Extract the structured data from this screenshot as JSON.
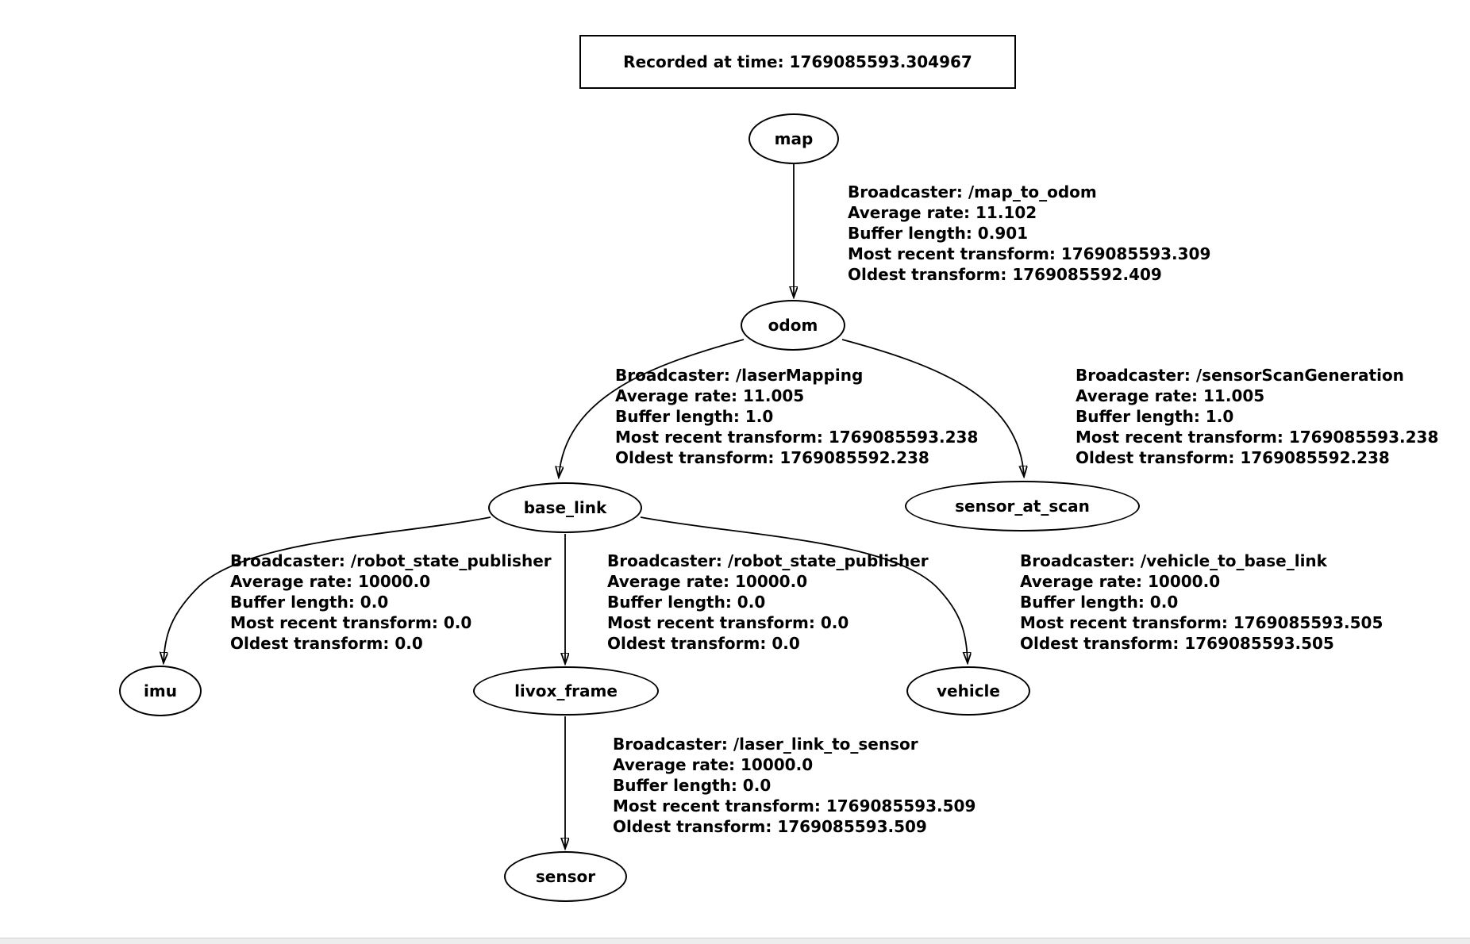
{
  "header": {
    "recorded_label": "Recorded at time: 1769085593.304967"
  },
  "colors": {
    "background": "#ffffff",
    "stroke": "#000000",
    "text": "#000000",
    "scrollbar_track": "#ededed",
    "scrollbar_border": "#cfcfcf"
  },
  "nodes": [
    {
      "id": "map",
      "label": "map"
    },
    {
      "id": "odom",
      "label": "odom"
    },
    {
      "id": "base_link",
      "label": "base_link"
    },
    {
      "id": "sensor_at_scan",
      "label": "sensor_at_scan"
    },
    {
      "id": "imu",
      "label": "imu"
    },
    {
      "id": "livox_frame",
      "label": "livox_frame"
    },
    {
      "id": "vehicle",
      "label": "vehicle"
    },
    {
      "id": "sensor",
      "label": "sensor"
    }
  ],
  "edges": [
    {
      "from": "map",
      "to": "odom",
      "lines": [
        "Broadcaster: /map_to_odom",
        "Average rate: 11.102",
        "Buffer length: 0.901",
        "Most recent transform: 1769085593.309",
        "Oldest transform: 1769085592.409"
      ]
    },
    {
      "from": "odom",
      "to": "base_link",
      "lines": [
        "Broadcaster: /laserMapping",
        "Average rate: 11.005",
        "Buffer length: 1.0",
        "Most recent transform: 1769085593.238",
        "Oldest transform: 1769085592.238"
      ]
    },
    {
      "from": "odom",
      "to": "sensor_at_scan",
      "lines": [
        "Broadcaster: /sensorScanGeneration",
        "Average rate: 11.005",
        "Buffer length: 1.0",
        "Most recent transform: 1769085593.238",
        "Oldest transform: 1769085592.238"
      ]
    },
    {
      "from": "base_link",
      "to": "imu",
      "lines": [
        "Broadcaster: /robot_state_publisher",
        "Average rate: 10000.0",
        "Buffer length: 0.0",
        "Most recent transform: 0.0",
        "Oldest transform: 0.0"
      ]
    },
    {
      "from": "base_link",
      "to": "livox_frame",
      "lines": [
        "Broadcaster: /robot_state_publisher",
        "Average rate: 10000.0",
        "Buffer length: 0.0",
        "Most recent transform: 0.0",
        "Oldest transform: 0.0"
      ]
    },
    {
      "from": "base_link",
      "to": "vehicle",
      "lines": [
        "Broadcaster: /vehicle_to_base_link",
        "Average rate: 10000.0",
        "Buffer length: 0.0",
        "Most recent transform: 1769085593.505",
        "Oldest transform: 1769085593.505"
      ]
    },
    {
      "from": "livox_frame",
      "to": "sensor",
      "lines": [
        "Broadcaster: /laser_link_to_sensor",
        "Average rate: 10000.0",
        "Buffer length: 0.0",
        "Most recent transform: 1769085593.509",
        "Oldest transform: 1769085593.509"
      ]
    }
  ]
}
